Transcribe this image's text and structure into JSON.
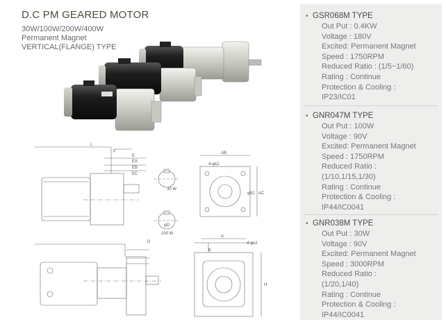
{
  "header": {
    "title": "D.C PM GEARED MOTOR",
    "lines": [
      "30W/100W/200W/400W",
      "Permanent Magnet",
      "VERTICAL(FLANGE) TYPE"
    ]
  },
  "specs": [
    {
      "type": "GSR068M TYPE",
      "lines": [
        "Out Put : 0.4KW",
        "Voltage : 180V",
        "Excited: Permanent Magnet",
        "Speed : 1750RPM",
        "Reduced Ratio : (1/5~1/60)",
        "Rating : Continue",
        "Protection & Cooling :",
        "IP23/IC01"
      ]
    },
    {
      "type": "GNR047M TYPE",
      "lines": [
        "Out Put : 100W",
        "Voltage : 90V",
        "Excited: Permanent Magnet",
        "Speed : 1750RPM",
        "Reduced Ratio :",
        "(1/10,1/15,1/30)",
        "Rating : Continue",
        "Protection & Cooling :",
        "IP44/IC0041"
      ]
    },
    {
      "type": "GNR038M TYPE",
      "lines": [
        "Out Put : 30W",
        "Voltage : 90V",
        "Excited: Permanent Magnet",
        "Speed : 3000RPM",
        "Reduced Ratio :",
        "(1/20,1/40)",
        "Rating : Continue",
        "Protection & Cooling :",
        "IP44/IC0041"
      ]
    }
  ],
  "drawing_labels": {
    "l": "L",
    "f": "F",
    "e": "E",
    "ea": "EA",
    "eb": "EB",
    "ec": "EC",
    "ab": "AB",
    "ac": "AC",
    "a": "A",
    "k": "K",
    "h": "H",
    "d": "D",
    "w30": "30 W",
    "w100": "100 W",
    "hole1": "4-φk2",
    "hole2": "4-φk2",
    "dia1": "φ52",
    "dia2": "φD"
  },
  "colors": {
    "panel_bg": "#eeeeed",
    "title": "#4a4a3a",
    "text": "#777777"
  }
}
